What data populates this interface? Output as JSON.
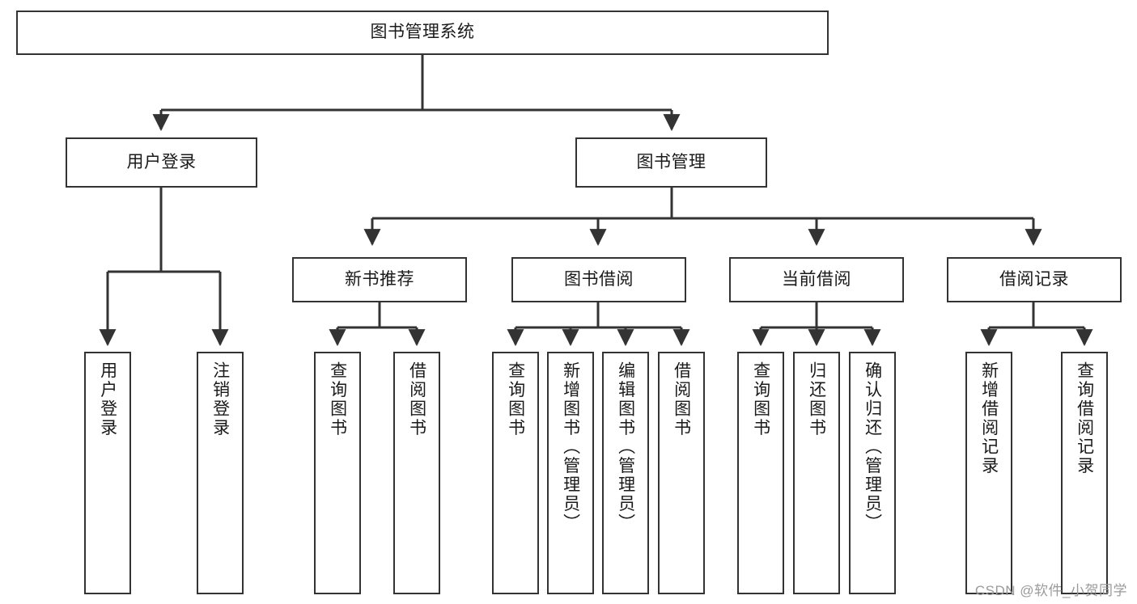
{
  "diagram": {
    "type": "tree",
    "title": "图书管理系统",
    "root": {
      "label": "图书管理系统"
    },
    "level2": [
      {
        "label": "用户登录"
      },
      {
        "label": "图书管理"
      }
    ],
    "level3": [
      {
        "label": "新书推荐"
      },
      {
        "label": "图书借阅"
      },
      {
        "label": "当前借阅"
      },
      {
        "label": "借阅记录"
      }
    ],
    "leaves": {
      "user_login": [
        {
          "label": "用户登录"
        },
        {
          "label": "注销登录"
        }
      ],
      "new_book_recommend": [
        {
          "label": "查询图书"
        },
        {
          "label": "借阅图书"
        }
      ],
      "book_borrow": [
        {
          "label": "查询图书"
        },
        {
          "label": "新增图书（管理员）"
        },
        {
          "label": "编辑图书（管理员）"
        },
        {
          "label": "借阅图书"
        }
      ],
      "current_borrow": [
        {
          "label": "查询图书"
        },
        {
          "label": "归还图书"
        },
        {
          "label": "确认归还（管理员）"
        }
      ],
      "borrow_record": [
        {
          "label": "新增借阅记录"
        },
        {
          "label": "查询借阅记录"
        }
      ]
    }
  },
  "watermark": {
    "text": "CSDN @软件_小贺同学"
  },
  "colors": {
    "box_border": "#333333",
    "box_fill": "#ffffff",
    "text": "#1a1a1a",
    "connector": "#333333",
    "watermark": "#9a9a9a"
  }
}
